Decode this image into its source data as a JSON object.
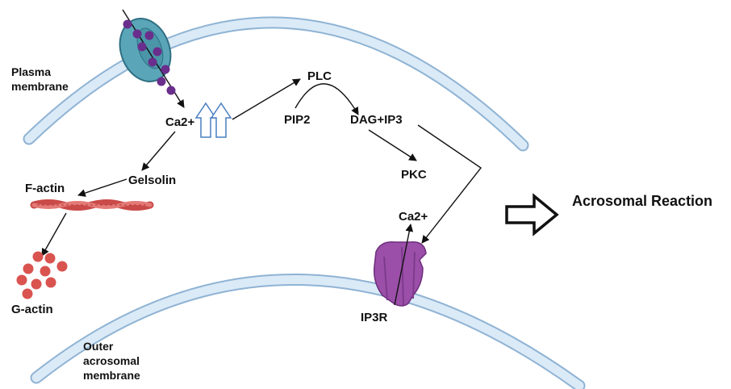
{
  "labels": {
    "plasma_membrane_line1": "Plasma",
    "plasma_membrane_line2": "membrane",
    "ca2_top": "Ca2+",
    "plc": "PLC",
    "pip2": "PIP2",
    "dag_ip3": "DAG+IP3",
    "gelsolin": "Gelsolin",
    "f_actin": "F-actin",
    "pkc": "PKC",
    "ca2_bottom": "Ca2+",
    "g_actin": "G-actin",
    "ip3r": "IP3R",
    "outer_line1": "Outer",
    "outer_line2": "acrosomal",
    "outer_line3": "membrane",
    "acrosomal_reaction": "Acrosomal Reaction"
  },
  "colors": {
    "membrane_fill": "#dbeaf7",
    "membrane_stroke": "#8fb3d4",
    "channel_fill": "#5aa6b8",
    "channel_stroke": "#2f6f84",
    "ion_purple": "#6a2e8c",
    "actin_red": "#d9534f",
    "receptor_purple": "#9b4fa8",
    "hollow_arrow": "#4a7fc1"
  },
  "icons": {
    "calcium_channel": "calcium-channel-icon",
    "increase_arrows": "double-up-arrow-icon",
    "filament": "f-actin-filament-icon",
    "monomers": "g-actin-monomers-icon",
    "receptor": "ip3-receptor-icon",
    "result_arrow": "hollow-right-arrow-icon"
  }
}
